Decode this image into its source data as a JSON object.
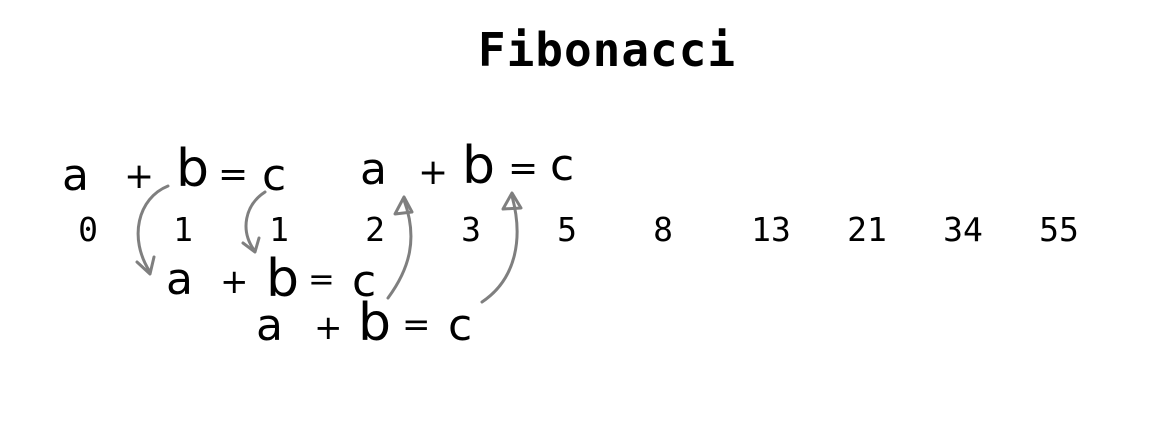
{
  "title": "Fibonacci",
  "sequence": [
    "0",
    "1",
    "1",
    "2",
    "3",
    "5",
    "8",
    "13",
    "21",
    "34",
    "55"
  ],
  "formulas": [
    {
      "a": "a",
      "plus": "+",
      "b": "b",
      "eq": "=",
      "c": "c"
    },
    {
      "a": "a",
      "plus": "+",
      "b": "b",
      "eq": "=",
      "c": "c"
    },
    {
      "a": "a",
      "plus": "+",
      "b": "b",
      "eq": "=",
      "c": "c"
    },
    {
      "a": "a",
      "plus": "+",
      "b": "b",
      "eq": "=",
      "c": "c"
    }
  ],
  "colors": {
    "text": "#000000",
    "arrow": "#7f7f7f",
    "background": "#ffffff"
  }
}
